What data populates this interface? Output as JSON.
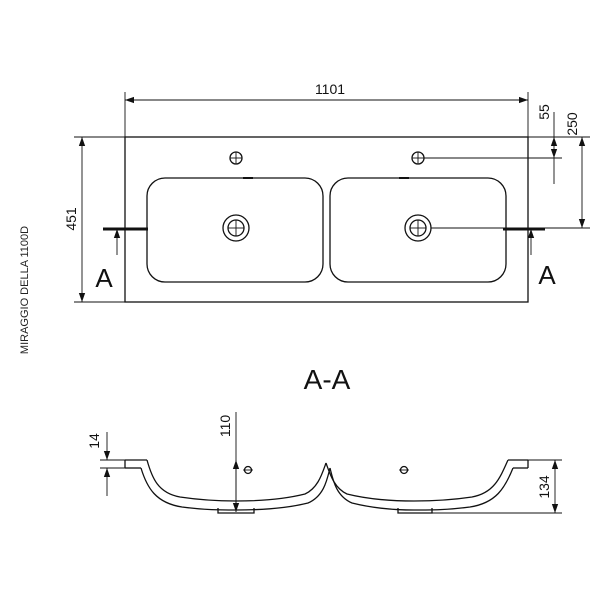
{
  "model_label": "MIRAGGIO DELLA 1100D",
  "top_view": {
    "dim_width": "1101",
    "dim_depth": "451",
    "dim_tap_offset": "55",
    "dim_drain_offset": "250",
    "section_mark": "A"
  },
  "section_view": {
    "title": "A-A",
    "dim_edge_thickness": "14",
    "dim_bowl_depth": "110",
    "dim_total_height": "134"
  }
}
